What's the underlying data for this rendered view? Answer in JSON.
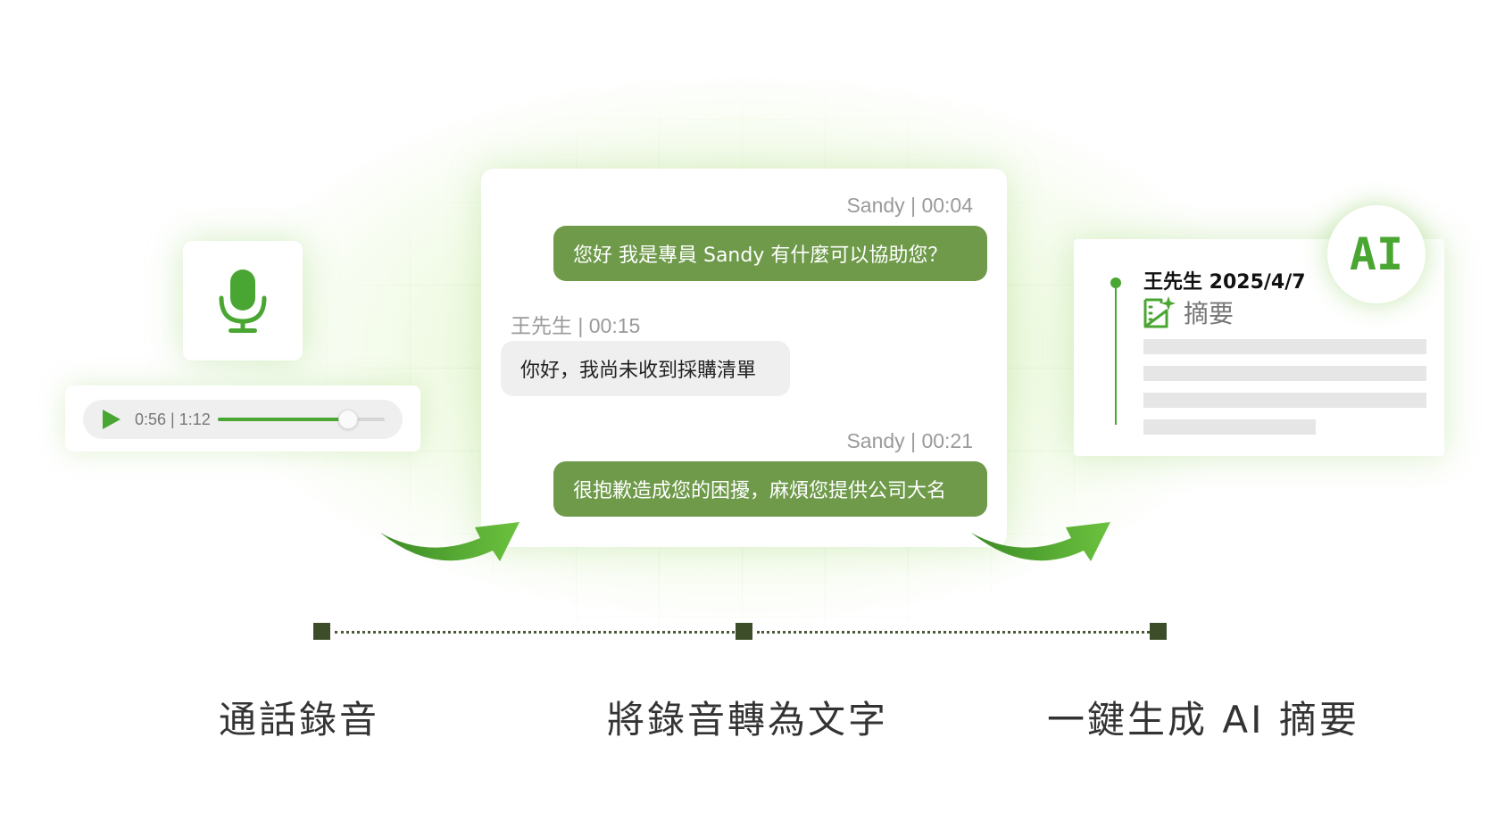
{
  "player": {
    "time": "0:56 | 1:12",
    "progress": 0.78
  },
  "chat": {
    "messages": [
      {
        "meta": "Sandy | 00:04",
        "text": "您好 我是專員 Sandy 有什麼可以協助您？",
        "side": "right"
      },
      {
        "meta": "王先生 | 00:15",
        "text": "你好，我尚未收到採購清單",
        "side": "left"
      },
      {
        "meta": "Sandy | 00:21",
        "text": "很抱歉造成您的困擾，麻煩您提供公司大名",
        "side": "right"
      }
    ]
  },
  "summary": {
    "title": "王先生 2025/4/7",
    "label": "摘要",
    "badge": "AI"
  },
  "steps": [
    {
      "label": "通話錄音"
    },
    {
      "label": "將錄音轉為文字"
    },
    {
      "label": "一鍵生成 AI 摘要"
    }
  ],
  "colors": {
    "accent": "#4aa632",
    "bubble": "#6e9a4a",
    "step_dot": "#3d4d2a"
  }
}
